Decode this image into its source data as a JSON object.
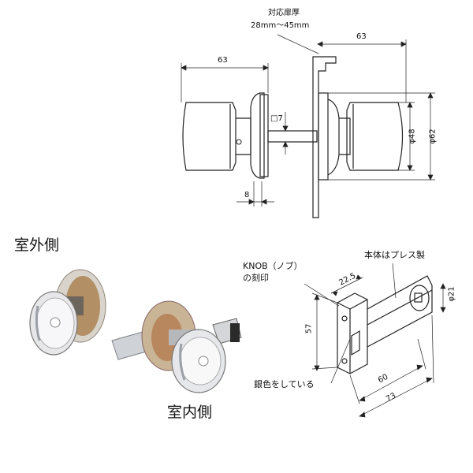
{
  "header": {
    "door_thickness_title": "対応扉厚",
    "door_thickness_range": "28mm～45mm"
  },
  "top_drawing": {
    "dim_left_knob_length": "63",
    "dim_right_length": "63",
    "dim_square_spindle": "□7",
    "dim_rose_offset": "8",
    "dim_knob_dia": "φ48",
    "dim_rose_dia": "φ62"
  },
  "photo": {
    "outside_label": "室外側",
    "inside_label": "室内側"
  },
  "latch_drawing": {
    "knob_note_line1": "KNOB（ノブ）",
    "knob_note_line2": "の刻印",
    "body_note": "本体はプレス製",
    "silver_note": "銀色をしている",
    "dim_faceplate_width": "22.5",
    "dim_faceplate_height": "57",
    "dim_hub_dia": "φ21",
    "dim_backset": "60",
    "dim_total_length": "73"
  }
}
